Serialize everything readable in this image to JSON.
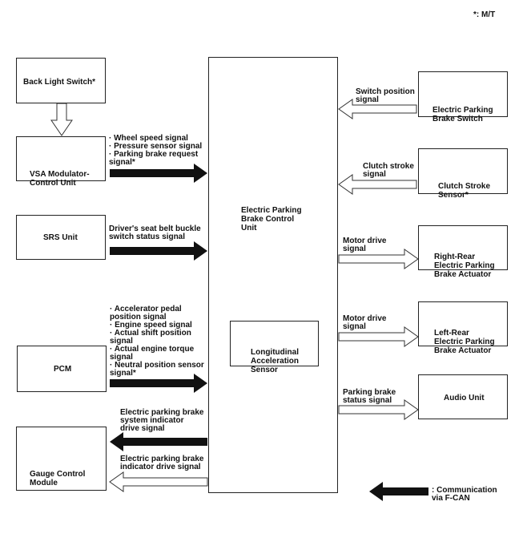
{
  "footnote": "*: M/T",
  "units": {
    "back_light_switch": "Back Light Switch*",
    "vsa_modulator": "VSA Modulator-\nControl Unit",
    "srs_unit": "SRS Unit",
    "pcm": "PCM",
    "gauge_control": "Gauge Control\nModule",
    "epb_control": "Electric Parking\nBrake Control\nUnit",
    "long_accel_sensor": "Longitudinal\nAcceleration\nSensor",
    "epb_switch": "Electric Parking\nBrake Switch",
    "clutch_stroke_sensor": "Clutch Stroke\nSensor*",
    "right_rear_actuator": "Right-Rear\nElectric Parking\nBrake Actuator",
    "left_rear_actuator": "Left-Rear\nElectric Parking\nBrake Actuator",
    "audio_unit": "Audio Unit"
  },
  "signals": {
    "vsa": "· Wheel speed signal\n· Pressure sensor signal\n· Parking brake request\nsignal*",
    "srs": "Driver's seat belt buckle\nswitch status signal",
    "pcm": "· Accelerator pedal\nposition signal\n· Engine speed signal\n· Actual shift position\nsignal\n· Actual engine torque\nsignal\n· Neutral position sensor\nsignal*",
    "gauge_indicator": "Electric parking brake\nsystem indicator\ndrive signal",
    "gauge_brake_indicator": "Electric parking brake\nindicator drive signal",
    "switch_position": "Switch position\nsignal",
    "clutch_stroke": "Clutch stroke\nsignal",
    "motor_drive_right": "Motor drive\nsignal",
    "motor_drive_left": "Motor drive\nsignal",
    "parking_brake_status": "Parking brake\nstatus signal"
  },
  "legend": {
    "communication": ": Communication\nvia F-CAN"
  }
}
